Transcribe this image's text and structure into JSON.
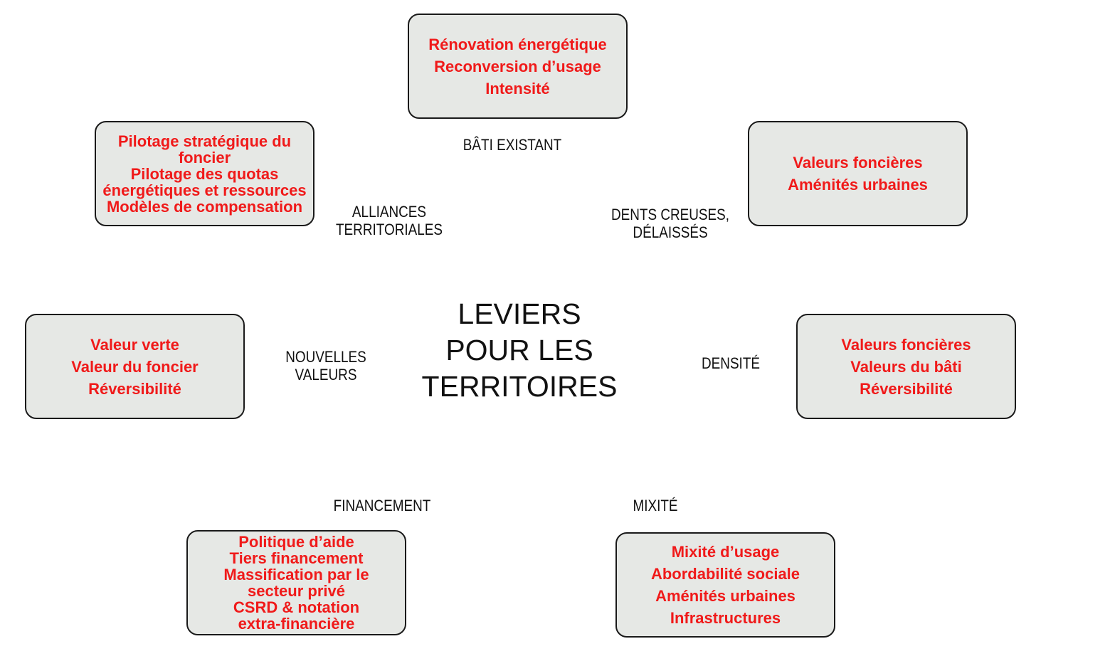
{
  "center_title": [
    "LEVIERS",
    "POUR LES",
    "TERRITOIRES"
  ],
  "colors": {
    "box_fill": "#e6e8e5",
    "box_text": "#f01a1a",
    "border": "#1a1a1a"
  },
  "branches": [
    {
      "label": [
        "BÂTI EXISTANT"
      ],
      "items": [
        "Rénovation énergétique",
        "Reconversion d’usage",
        "Intensité"
      ]
    },
    {
      "label": [
        "ALLIANCES",
        "TERRITORIALES"
      ],
      "items": [
        "Pilotage stratégique du",
        "foncier",
        "Pilotage des quotas",
        "énergétiques et ressources",
        "Modèles de compensation"
      ]
    },
    {
      "label": [
        "DENTS CREUSES,",
        "DÉLAISSÉS"
      ],
      "items": [
        "Valeurs foncières",
        "Aménités urbaines"
      ]
    },
    {
      "label": [
        "NOUVELLES",
        "VALEURS"
      ],
      "items": [
        "Valeur verte",
        "Valeur du foncier",
        "Réversibilité"
      ]
    },
    {
      "label": [
        "DENSITÉ"
      ],
      "items": [
        "Valeurs foncières",
        "Valeurs du bâti",
        "Réversibilité"
      ]
    },
    {
      "label": [
        "FINANCEMENT"
      ],
      "items": [
        "Politique d’aide",
        "Tiers financement",
        "Massification par le",
        "secteur privé",
        "CSRD & notation",
        "extra-financière"
      ]
    },
    {
      "label": [
        "MIXITÉ"
      ],
      "items": [
        "Mixité d’usage",
        "Abordabilité sociale",
        "Aménités urbaines",
        "Infrastructures"
      ]
    }
  ]
}
